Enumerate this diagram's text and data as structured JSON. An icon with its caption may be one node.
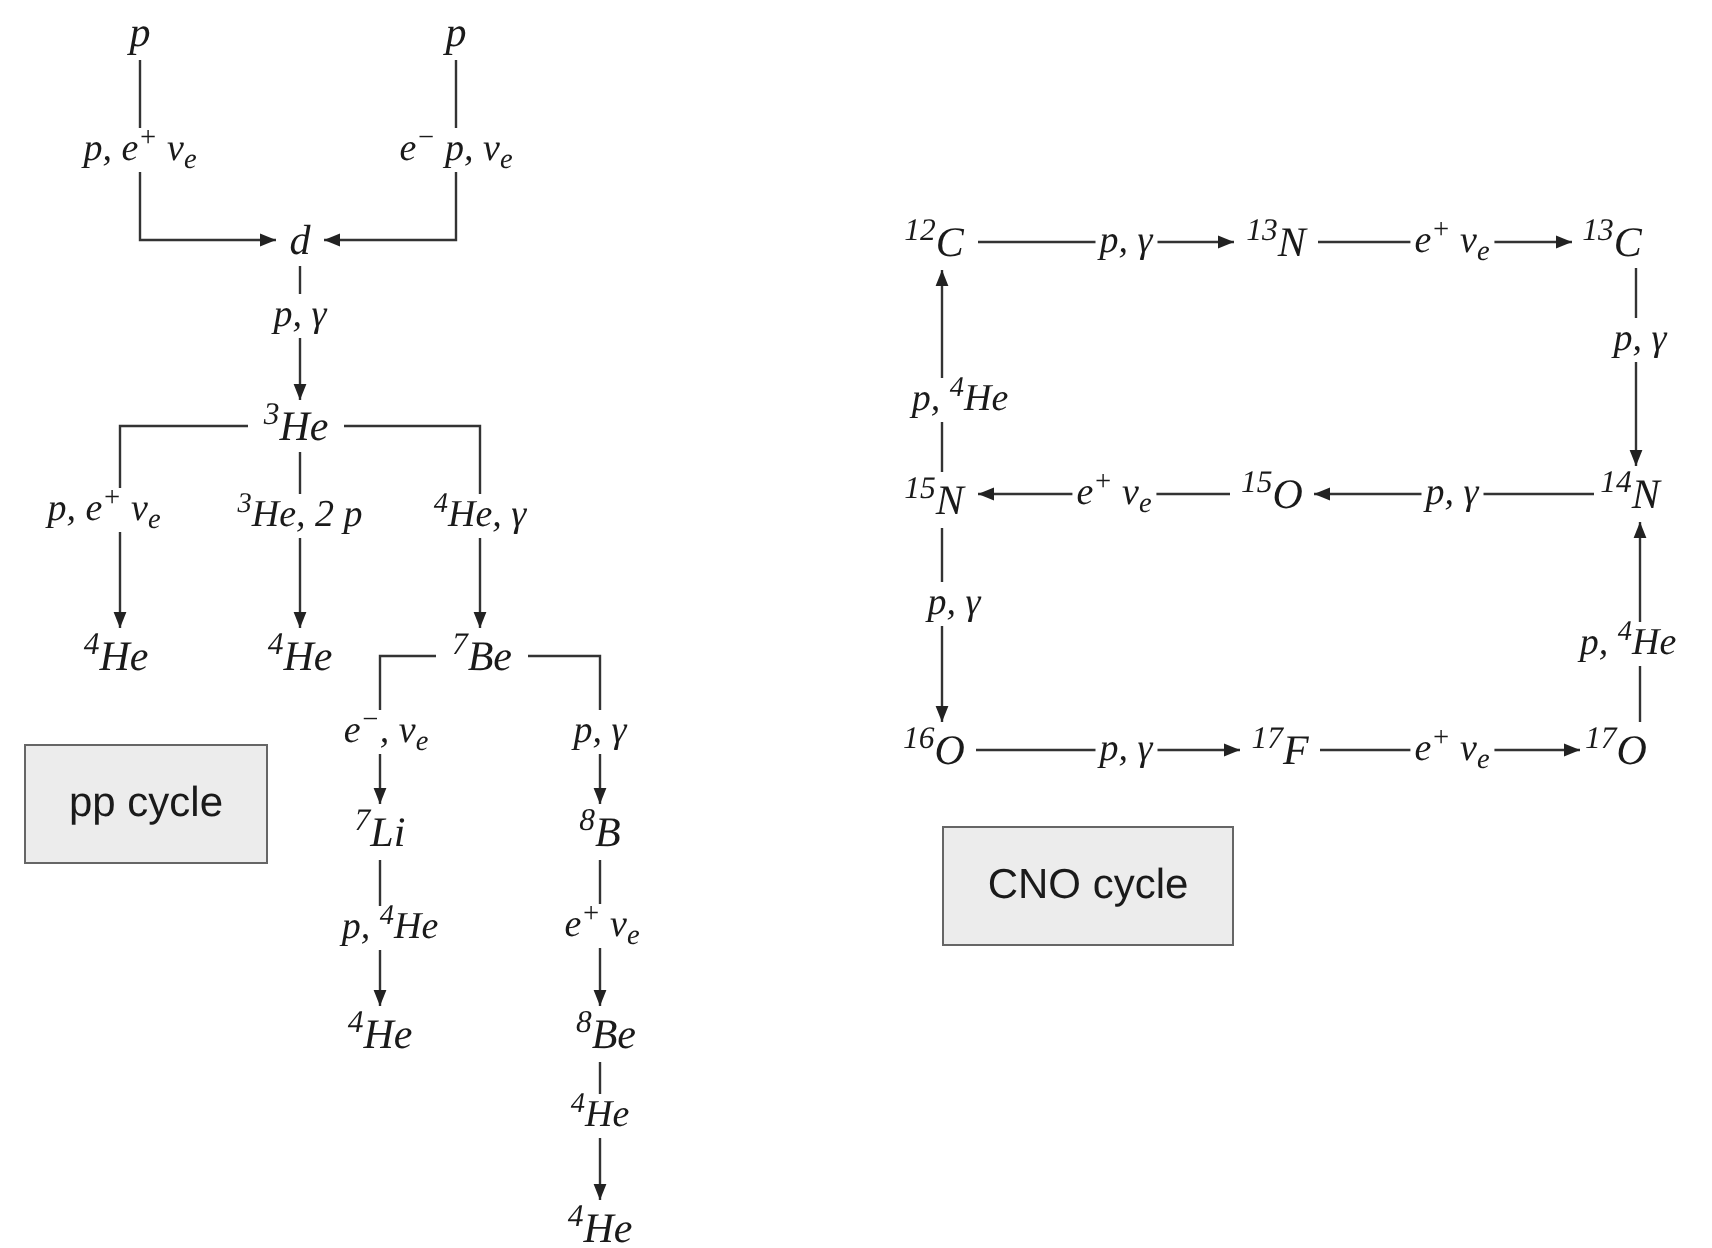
{
  "diagram": {
    "nodes": [
      {
        "text": [
          "p"
        ]
      },
      {
        "text": [
          "p"
        ]
      },
      {
        "text": [
          "d"
        ]
      },
      {
        "text": [
          "$^{3}$He"
        ]
      },
      {
        "text": [
          "$^{4}$He"
        ]
      },
      {
        "text": [
          "$^{4}$He"
        ]
      },
      {
        "text": [
          "$^{7}$Be"
        ]
      },
      {
        "text": [
          "$^{7}$Li"
        ]
      },
      {
        "text": [
          "$^{8}$B"
        ]
      },
      {
        "text": [
          "$^{4}$He"
        ]
      },
      {
        "text": [
          "$^{8}$Be"
        ]
      },
      {
        "text": [
          "$^{4}$He"
        ]
      },
      {
        "text": [
          "pp cycle"
        ]
      },
      {
        "text": [
          "CNO cycle"
        ]
      },
      {
        "text": [
          "$^{12}$C"
        ]
      },
      {
        "text": [
          "$^{13}$N"
        ]
      },
      {
        "text": [
          "$^{13}$C"
        ]
      },
      {
        "text": [
          "$^{14}$N"
        ]
      },
      {
        "text": [
          "$^{15}$O"
        ]
      },
      {
        "text": [
          "$^{15}$N"
        ]
      },
      {
        "text": [
          "$^{16}$O"
        ]
      },
      {
        "text": [
          "$^{17}$F"
        ]
      },
      {
        "text": [
          "$^{17}$O"
        ]
      }
    ],
    "edges": [
      {
        "from": 0,
        "to": 2,
        "arrow": "to",
        "label": "p, e$^{+}$ ν$_{e}$"
      },
      {
        "from": 1,
        "to": 2,
        "arrow": "to",
        "label": "e$^{−}$ p, ν$_{e}$"
      },
      {
        "from": 2,
        "to": 3,
        "arrow": "to",
        "label": "p, γ"
      },
      {
        "from": 3,
        "to": 4,
        "arrow": "to",
        "label": "p, e$^{+}$ ν$_{e}$"
      },
      {
        "from": 3,
        "to": 5,
        "arrow": "to",
        "label": "$^{3}$He, 2 p"
      },
      {
        "from": 3,
        "to": 6,
        "arrow": "to",
        "label": "$^{4}$He, γ"
      },
      {
        "from": 6,
        "to": 7,
        "arrow": "to",
        "label": "e$^{−}$, ν$_{e}$"
      },
      {
        "from": 6,
        "to": 8,
        "arrow": "to",
        "label": "p, γ"
      },
      {
        "from": 7,
        "to": 9,
        "arrow": "to",
        "label": "p, $^{4}$He"
      },
      {
        "from": 8,
        "to": 10,
        "arrow": "to",
        "label": "e$^{+}$ ν$_{e}$"
      },
      {
        "from": 10,
        "to": 11,
        "arrow": "to",
        "label": "$^{4}$He"
      },
      {
        "from": 14,
        "to": 15,
        "arrow": "to",
        "label": "p, γ"
      },
      {
        "from": 15,
        "to": 16,
        "arrow": "to",
        "label": "e$^{+}$ ν$_{e}$"
      },
      {
        "from": 16,
        "to": 17,
        "arrow": "to",
        "label": "p, γ"
      },
      {
        "from": 17,
        "to": 18,
        "arrow": "to",
        "label": "p, γ"
      },
      {
        "from": 18,
        "to": 19,
        "arrow": "to",
        "label": "e$^{+}$ ν$_{e}$"
      },
      {
        "from": 19,
        "to": 14,
        "arrow": "to",
        "label": "p, $^{4}$He"
      },
      {
        "from": 19,
        "to": 20,
        "arrow": "to",
        "label": "p, γ"
      },
      {
        "from": 20,
        "to": 21,
        "arrow": "to",
        "label": "p, γ"
      },
      {
        "from": 21,
        "to": 22,
        "arrow": "to",
        "label": "e$^{+}$ ν$_{e}$"
      },
      {
        "from": 22,
        "to": 17,
        "arrow": "to",
        "label": "p, $^{4}$He"
      }
    ]
  }
}
